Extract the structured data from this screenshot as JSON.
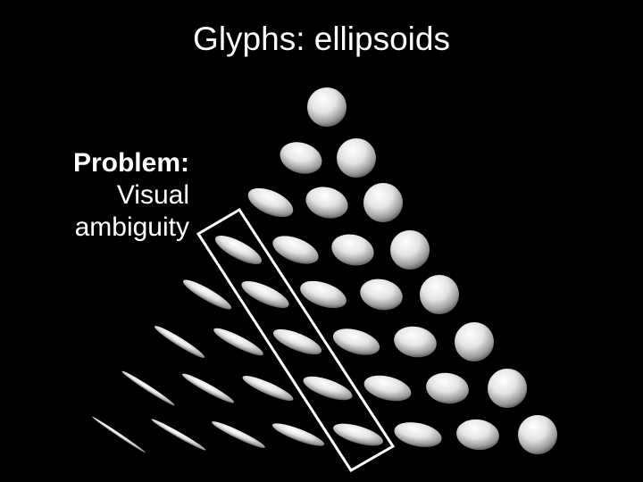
{
  "slide": {
    "title": "Glyphs: ellipsoids",
    "background": "#000000",
    "text_color": "#ffffff"
  },
  "problem": {
    "heading": "Problem:",
    "lines": [
      "Visual",
      "ambiguity"
    ]
  },
  "diagram": {
    "glyph_shape": "ellipsoid",
    "glyph_color": "#ffffff",
    "highlight_color": "#ffffff",
    "rows": 8
  }
}
